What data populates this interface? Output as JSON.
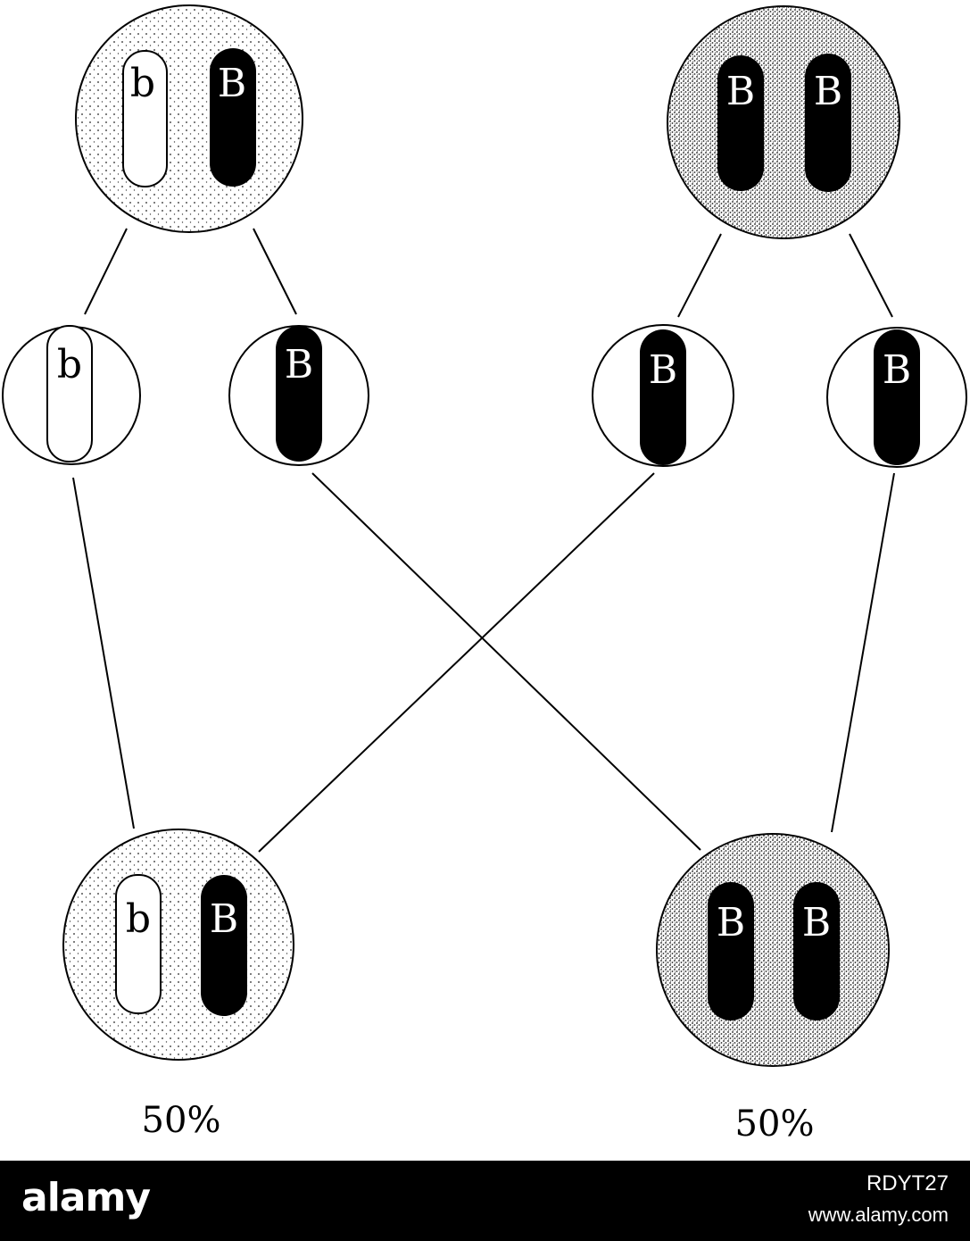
{
  "colors": {
    "ink": "#000000",
    "paper": "#ffffff",
    "footer_bg": "#000000",
    "footer_text": "#ffffff"
  },
  "parents": {
    "left": {
      "alleles": [
        "b",
        "B"
      ],
      "texture": "light-stipple"
    },
    "right": {
      "alleles": [
        "B",
        "B"
      ],
      "texture": "dense-stipple"
    }
  },
  "gametes": [
    {
      "allele": "b"
    },
    {
      "allele": "B"
    },
    {
      "allele": "B"
    },
    {
      "allele": "B"
    }
  ],
  "offspring": [
    {
      "alleles": [
        "b",
        "B"
      ],
      "texture": "light-stipple",
      "percent": "50%"
    },
    {
      "alleles": [
        "B",
        "B"
      ],
      "texture": "dense-stipple",
      "percent": "50%"
    }
  ],
  "footer": {
    "brand": "alamy",
    "image_id": "RDYT27",
    "domain": "www.alamy.com"
  }
}
